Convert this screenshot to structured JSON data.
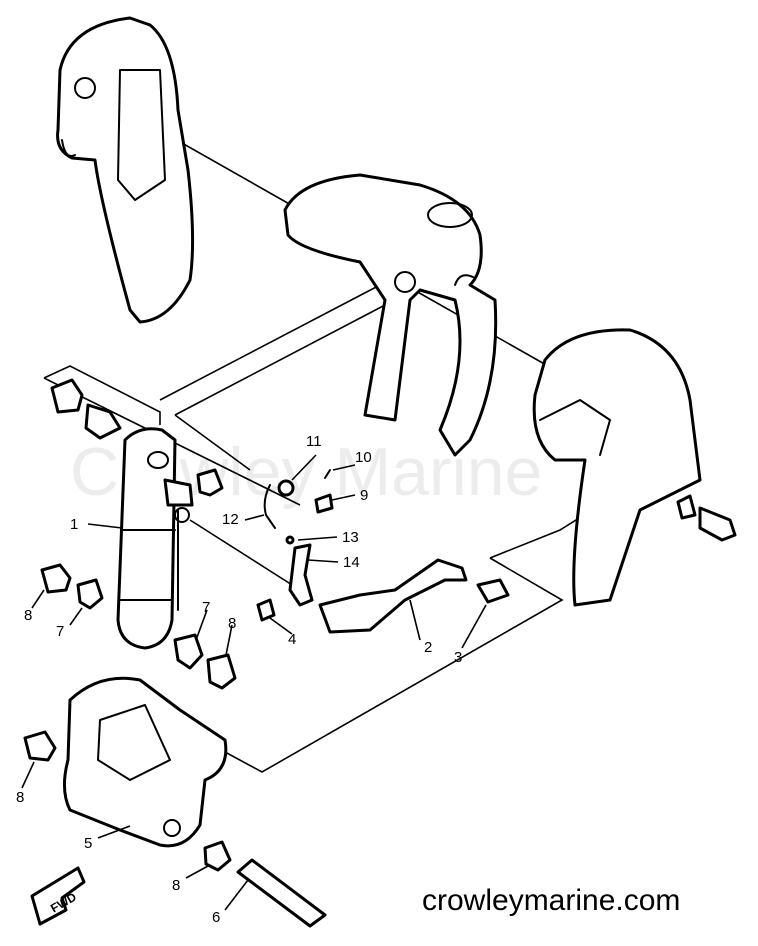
{
  "watermark": "Crowley Marine",
  "footer_url": "crowleymarine.com",
  "fwd_label": "FWD",
  "callouts": {
    "c1": "1",
    "c2": "2",
    "c3": "3",
    "c4": "4",
    "c5": "5",
    "c6": "6",
    "c7a": "7",
    "c7b": "7",
    "c8a": "8",
    "c8b": "8",
    "c8c": "8",
    "c8d": "8",
    "c9": "9",
    "c10": "10",
    "c11": "11",
    "c12": "12",
    "c13": "13",
    "c14": "14"
  }
}
